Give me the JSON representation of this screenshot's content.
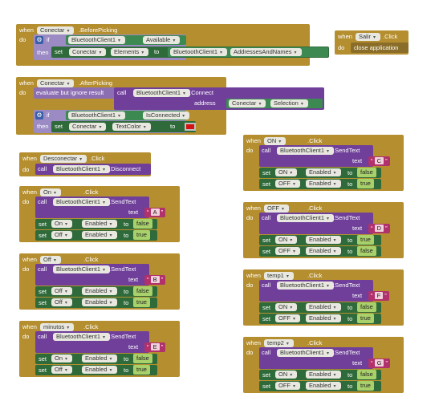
{
  "words": {
    "when": "when",
    "do": "do",
    "if": "if",
    "then": "then",
    "set": "set",
    "call": "call",
    "to": "to",
    "text": "text",
    "evaluate": "evaluate but ignore result",
    "address": "address"
  },
  "blocks": {
    "b1": {
      "component": "Conectar",
      "event": ".BeforePicking",
      "bt": "BluetoothClient1",
      "prop_available": "Available",
      "set_component": "Conectar",
      "prop_elements": "Elements",
      "prop_addresses": "AddressesAndNames"
    },
    "b2": {
      "component": "Conectar",
      "event": ".AfterPicking",
      "connect": ".Connect",
      "prop_selection": "Selection",
      "prop_isconnected": "IsConnected",
      "prop_textcolor": "TextColor"
    },
    "salir": {
      "component": "Salir",
      "event": ".Click",
      "action": "close application"
    },
    "desconectar": {
      "component": "Desconectar",
      "event": ".Click",
      "method": ".Disconnect"
    },
    "send": ".SendText",
    "enabled": "Enabled",
    "true": "true",
    "false": "false",
    "click": ".Click",
    "on": {
      "component": "On",
      "letter": "A",
      "set1": "On",
      "val1": "false",
      "set2": "Off",
      "val2": "true"
    },
    "off": {
      "component": "Off",
      "letter": "B",
      "set1": "Off",
      "val1": "false",
      "set2": "Off",
      "val2": "true"
    },
    "minutos": {
      "component": "minutos",
      "letter": "E",
      "set1": "On",
      "val1": "false",
      "set2": "Off",
      "val2": "true"
    },
    "ON": {
      "component": "ON",
      "letter": "C",
      "set1": "ON",
      "val1": "false",
      "set2": "OFF",
      "val2": "true"
    },
    "OFF": {
      "component": "OFF",
      "letter": "D",
      "set1": "ON",
      "val1": "true",
      "set2": "OFF",
      "val2": "false"
    },
    "temp1": {
      "component": "temp1",
      "letter": "F",
      "set1": "ON",
      "val1": "false",
      "set2": "OFF",
      "val2": "true"
    },
    "temp2": {
      "component": "temp2",
      "letter": "G",
      "set1": "ON",
      "val1": "false",
      "set2": "OFF",
      "val2": "true"
    }
  },
  "colors": {
    "event": "#b58f2f",
    "procedure": "#6f3f9a",
    "setter": "#2f6b3a",
    "getter": "#3c8a52",
    "string": "#b0316c",
    "logic": "#a9d16b",
    "red_color": "#d41414"
  }
}
